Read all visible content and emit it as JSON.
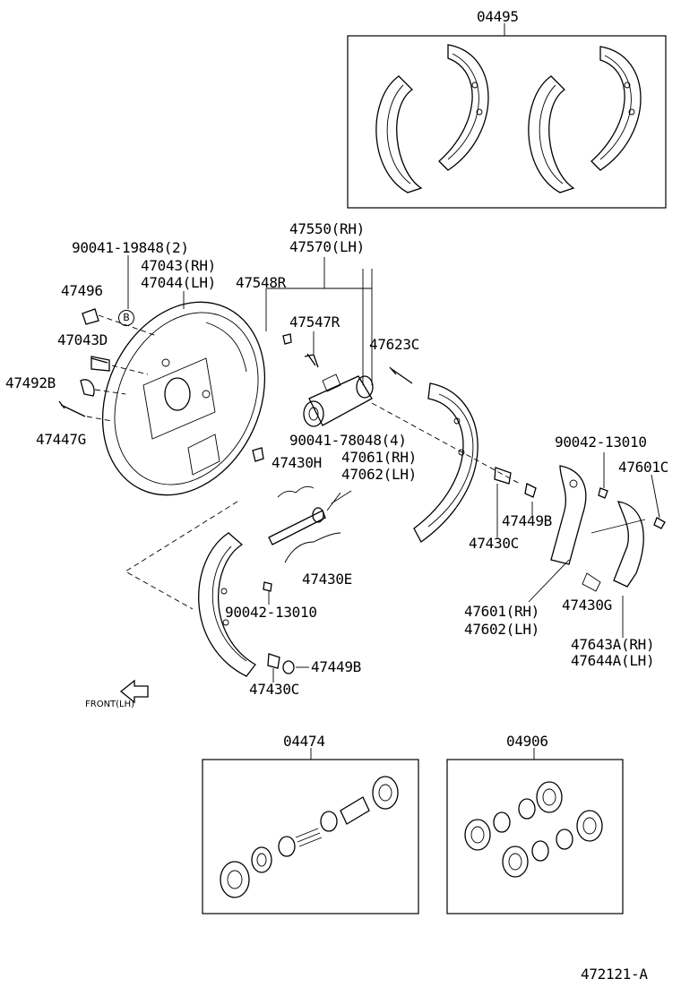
{
  "labels": {
    "kit_04495": "04495",
    "p_47550": "47550(RH)",
    "p_47570": "47570(LH)",
    "p_90041_19848": "90041-19848(2)",
    "p_47043rh": "47043(RH)",
    "p_47044lh": "47044(LH)",
    "p_47548r": "47548R",
    "p_47496": "47496",
    "circle_b": "B",
    "p_47547r": "47547R",
    "p_47043d": "47043D",
    "p_47623c": "47623C",
    "p_47492b": "47492B",
    "p_47447g": "47447G",
    "p_90041_78048": "90041-78048(4)",
    "p_90042_13010_r": "90042-13010",
    "p_47430h": "47430H",
    "p_47061": "47061(RH)",
    "p_47062": "47062(LH)",
    "p_47601c": "47601C",
    "p_47449b_r": "47449B",
    "p_47430c_r": "47430C",
    "p_47430e": "47430E",
    "p_90042_13010_l": "90042-13010",
    "p_47601": "47601(RH)",
    "p_47602": "47602(LH)",
    "p_47430g": "47430G",
    "p_47643a": "47643A(RH)",
    "p_47644a": "47644A(LH)",
    "p_47449b_l": "47449B",
    "p_47430c_l": "47430C",
    "front": "FRONT(LH)",
    "kit_04474": "04474",
    "kit_04906": "04906",
    "ref": "472121-A"
  }
}
